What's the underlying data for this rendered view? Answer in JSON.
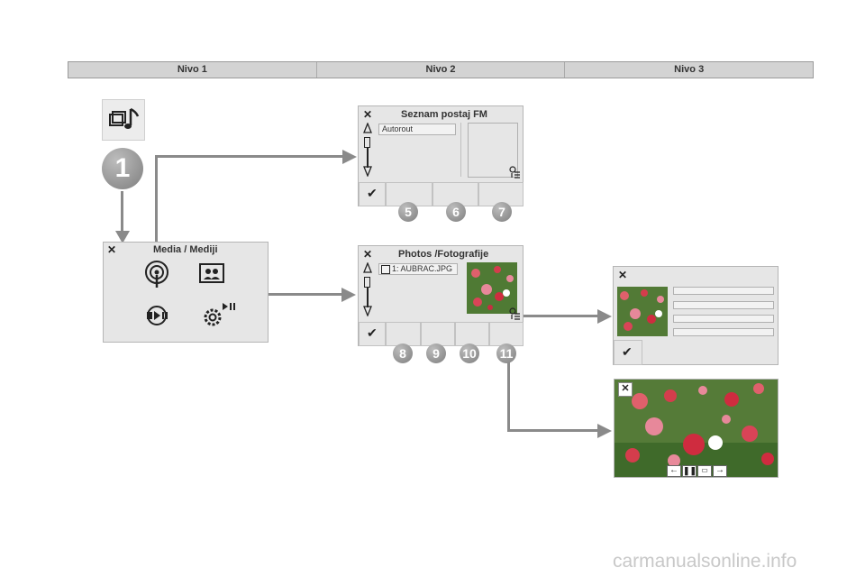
{
  "header": {
    "col1": "Nivo 1",
    "col2": "Nivo 2",
    "col3": "Nivo 3"
  },
  "step_badge": "1",
  "media_panel": {
    "title": "Media / Mediji"
  },
  "fm_panel": {
    "title": "Seznam postaj FM",
    "list_item": "Autorout",
    "numbers": [
      "5",
      "6",
      "7"
    ]
  },
  "photo_panel": {
    "title": "Photos /Fotografije",
    "list_item": "1: AUBRAC.JPG",
    "numbers": [
      "8",
      "9",
      "10",
      "11"
    ]
  },
  "watermark": "carmanualsonline.info",
  "colors": {
    "panel": "#e6e6e6",
    "arrow": "#8a8a8a",
    "badge": "#8c8c8c"
  }
}
